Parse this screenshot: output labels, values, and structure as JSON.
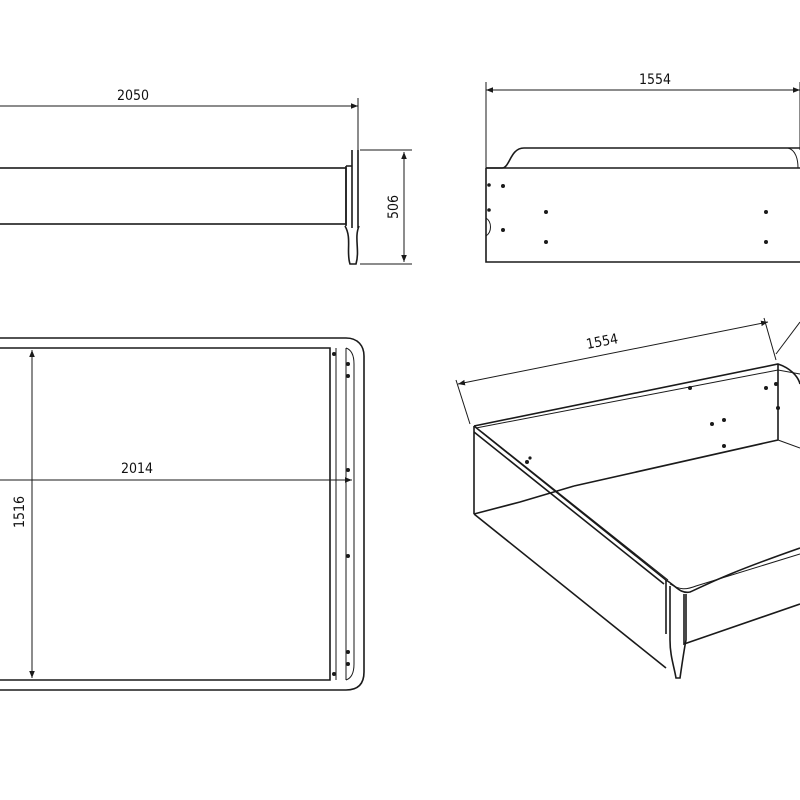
{
  "drawing": {
    "line_color": "#1a1a1a",
    "background": "#ffffff"
  },
  "side_view": {
    "length_label": "2050",
    "height_label": "506"
  },
  "end_view": {
    "width_label": "1554"
  },
  "top_view": {
    "inner_length_label": "2014",
    "inner_width_label": "1516"
  },
  "iso_view": {
    "width_label": "1554"
  }
}
